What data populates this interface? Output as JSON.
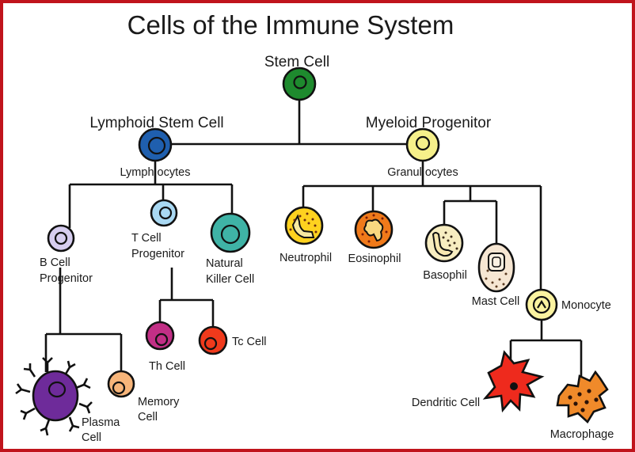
{
  "title": "Cells of the Immune System",
  "colors": {
    "border": "#c0141c",
    "stem_cell": "#1e8a2e",
    "lymphoid": "#1f5fae",
    "myeloid": "#f6f08a",
    "b_cell_progenitor": "#d6cdef",
    "t_cell_progenitor": "#a9d8f2",
    "natural_killer": "#3fb3a6",
    "th_cell": "#c22f86",
    "tc_cell": "#f03a1c",
    "plasma_cell": "#6e2b9a",
    "memory_cell": "#f7b57a",
    "neutrophil": "#ffd21f",
    "eosinophil": "#f07a1a",
    "basophil": "#f7edc1",
    "mast_cell": "#f6e6d2",
    "monocyte": "#fbf3a0",
    "dendritic": "#ee2a1d",
    "macrophage": "#f08a2a"
  },
  "labels": {
    "stem_cell": "Stem Cell",
    "lymphoid_stem_cell": "Lymphoid Stem Cell",
    "myeloid_progenitor": "Myeloid Progenitor",
    "lymphocytes": "Lymph ocytes",
    "granulocytes": "Granul ocytes",
    "b_cell_progenitor": [
      "B Cell",
      "Progenitor"
    ],
    "t_cell_progenitor": [
      "T Cell",
      "Progenitor"
    ],
    "natural_killer": [
      "Natural",
      "Killer Cell"
    ],
    "neutrophil": "Neutrophil",
    "eosinophil": "Eosinophil",
    "basophil": "Basophil",
    "mast_cell": "Mast Cell",
    "monocyte": "Monocyte",
    "th_cell": "Th Cell",
    "tc_cell": "Tc Cell",
    "plasma_cell": [
      "Plasma",
      "Cell"
    ],
    "memory_cell": [
      "Memory",
      "Cell"
    ],
    "dendritic_cell": "Dendritic Cell",
    "macrophage": "Macrophage"
  }
}
